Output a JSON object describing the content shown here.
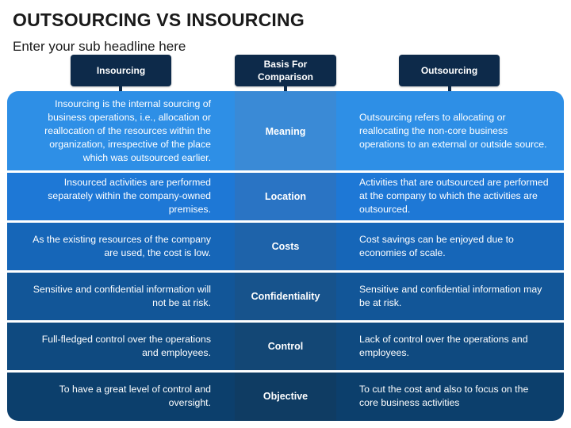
{
  "slide": {
    "title": "OUTSOURCING VS INSOURCING",
    "subtitle": "Enter your sub headline here"
  },
  "headers": {
    "left": "Insourcing",
    "middle_line1": "Basis For",
    "middle_line2": "Comparison",
    "right": "Outsourcing"
  },
  "rows": [
    {
      "basis": "Meaning",
      "insourcing": "Insourcing is the internal sourcing of business operations, i.e., allocation or reallocation of the resources within the organization, irrespective of the place which was outsourced earlier.",
      "outsourcing": "Outsourcing refers to allocating or reallocating the non-core business operations to an external or outside source."
    },
    {
      "basis": "Location",
      "insourcing": "Insourced activities are performed separately within the company-owned premises.",
      "outsourcing": "Activities that are outsourced are performed at the company to which the activities are outsourced."
    },
    {
      "basis": "Costs",
      "insourcing": "As the existing resources of the company are used, the cost is low.",
      "outsourcing": "Cost savings can be enjoyed due to economies of scale."
    },
    {
      "basis": "Confidentiality",
      "insourcing": "Sensitive and confidential information will not be at risk.",
      "outsourcing": "Sensitive and confidential information may be at risk."
    },
    {
      "basis": "Control",
      "insourcing": "Full-fledged control over the operations and employees.",
      "outsourcing": "Lack of control over the operations and employees."
    },
    {
      "basis": "Objective",
      "insourcing": "To have a great level of control and oversight.",
      "outsourcing": "To cut the cost and also to focus on the core business activities"
    }
  ],
  "colors": {
    "header_bg": "#0d2a4a",
    "row_colors": [
      "#2e8fe6",
      "#1e78d6",
      "#1666b8",
      "#125698",
      "#0f4a80",
      "#0c3f6c"
    ],
    "middle_colors": [
      "#3a8ad6",
      "#2a74c4",
      "#1e63aa",
      "#17538c",
      "#134775",
      "#0f3c63"
    ]
  }
}
